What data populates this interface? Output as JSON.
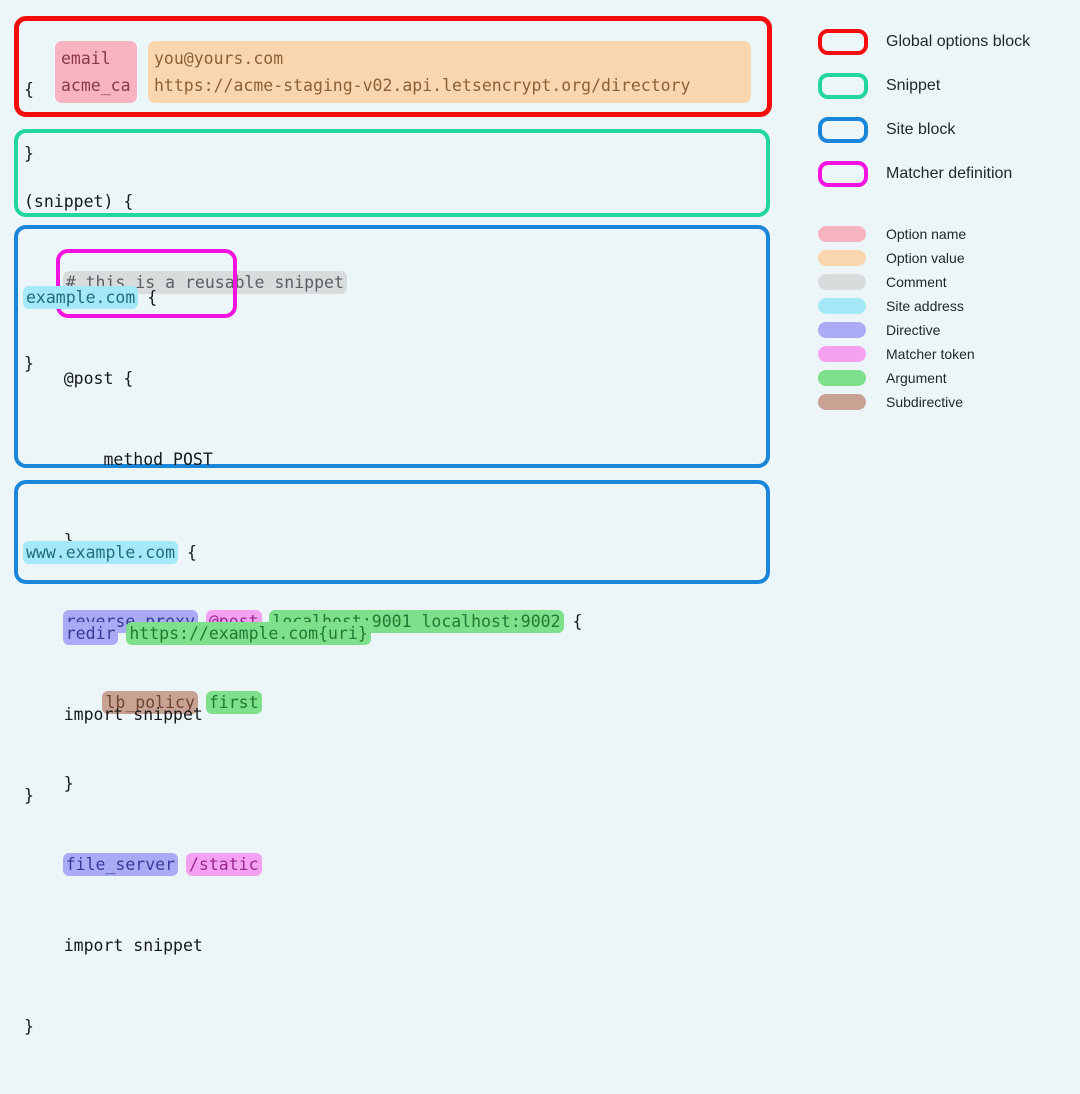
{
  "background_color": "#ecf6f8",
  "blocks": [
    {
      "kind": "global-options-block",
      "outline_color": "#f50d0d",
      "lines": {
        "open_brace": "{",
        "close_brace": "}",
        "option_names": [
          "email",
          "acme_ca"
        ],
        "option_values": [
          "you@yours.com",
          "https://acme-staging-v02.api.letsencrypt.org/directory"
        ]
      }
    },
    {
      "kind": "snippet",
      "outline_color": "#23d6a0",
      "lines": {
        "header": "(snippet) {",
        "comment": "# this is a reusable snippet",
        "close_brace": "}"
      }
    },
    {
      "kind": "site-block",
      "outline_color": "#1a86da",
      "lines": {
        "site_address": "example.com",
        "open_brace": "{",
        "matcher_name": "@post",
        "matcher_open_brace": "{",
        "matcher_body": "method POST",
        "matcher_close_brace": "}",
        "directive_reverse_proxy": "reverse_proxy",
        "matcher_token": "@post",
        "upstreams": "localhost:9001 localhost:9002",
        "directive_open_brace": "{",
        "subdirective": "lb_policy",
        "subdirective_arg": "first",
        "directive_close_brace": "}",
        "directive_file_server": "file_server",
        "file_server_arg": "/static",
        "import_line": "import snippet",
        "close_brace": "}"
      }
    },
    {
      "kind": "site-block",
      "outline_color": "#1a86da",
      "lines": {
        "site_address": "www.example.com",
        "open_brace": "{",
        "directive_redir": "redir",
        "redir_arg": "https://example.com{uri}",
        "import_line": "import snippet",
        "close_brace": "}"
      }
    }
  ],
  "legend": {
    "outline_items": [
      {
        "label": "Global options block",
        "color": "#f50d0d"
      },
      {
        "label": "Snippet",
        "color": "#23d6a0"
      },
      {
        "label": "Site block",
        "color": "#1a86da"
      },
      {
        "label": "Matcher definition",
        "color": "#f413de"
      }
    ],
    "swatch_items": [
      {
        "label": "Option name",
        "color": "#f7b3c0"
      },
      {
        "label": "Option value",
        "color": "#fad6ae"
      },
      {
        "label": "Comment",
        "color": "#d8dcdd"
      },
      {
        "label": "Site address",
        "color": "#a5e9f8"
      },
      {
        "label": "Directive",
        "color": "#aaabf5"
      },
      {
        "label": "Matcher token",
        "color": "#f5a1f2"
      },
      {
        "label": "Argument",
        "color": "#7ee08a"
      },
      {
        "label": "Subdirective",
        "color": "#c8a394"
      }
    ]
  }
}
